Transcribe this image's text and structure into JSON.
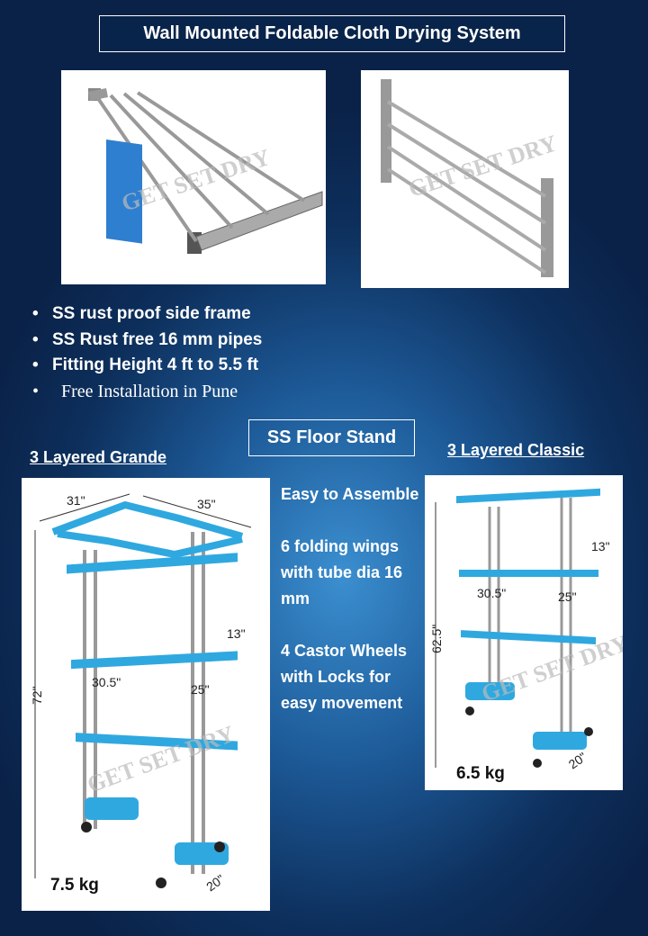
{
  "title": "Wall Mounted Foldable Cloth Drying System",
  "watermark": "GET SET DRY",
  "wall_features": [
    "SS rust proof side frame",
    "SS Rust free 16 mm pipes",
    "Fitting Height 4 ft to 5.5 ft",
    "Free Installation in Pune"
  ],
  "floor_stand_title": "SS Floor Stand",
  "grande": {
    "title": "3 Layered Grande",
    "weight": "7.5 kg",
    "dims": {
      "top_left": "31\"",
      "top_right": "35\"",
      "height": "72\"",
      "wing": "13\"",
      "length": "30.5\"",
      "width": "25\"",
      "base": "20\""
    }
  },
  "classic": {
    "title": "3 Layered Classic",
    "weight": "6.5 kg",
    "dims": {
      "height": "62.5\"",
      "wing": "13\"",
      "length": "30.5\"",
      "width": "25\"",
      "base": "20\""
    }
  },
  "features": [
    "Easy to Assemble",
    "6 folding wings with tube dia 16 mm",
    "4 Castor Wheels with Locks for easy movement"
  ],
  "colors": {
    "accent_blue": "#2fa8e0",
    "background": "#0d2f5c"
  }
}
